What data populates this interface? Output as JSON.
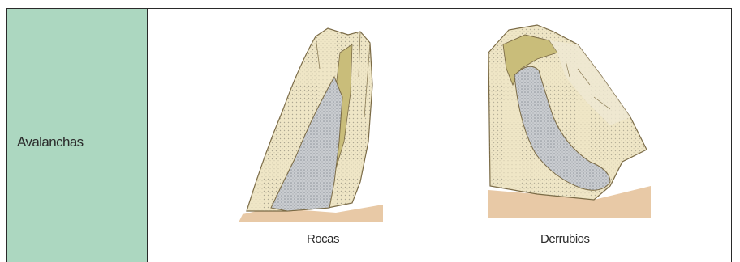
{
  "row": {
    "label": "Avalanchas"
  },
  "figures": [
    {
      "caption": "Rocas"
    },
    {
      "caption": "Derrubios"
    }
  ],
  "colors": {
    "label_cell_bg": "#acd7c0",
    "rock_face": "#efe6c6",
    "rock_outline": "#7a6a45",
    "debris": "#c9ccd0",
    "ground": "#e8c9a6",
    "olive_band": "#c9bd7a"
  }
}
